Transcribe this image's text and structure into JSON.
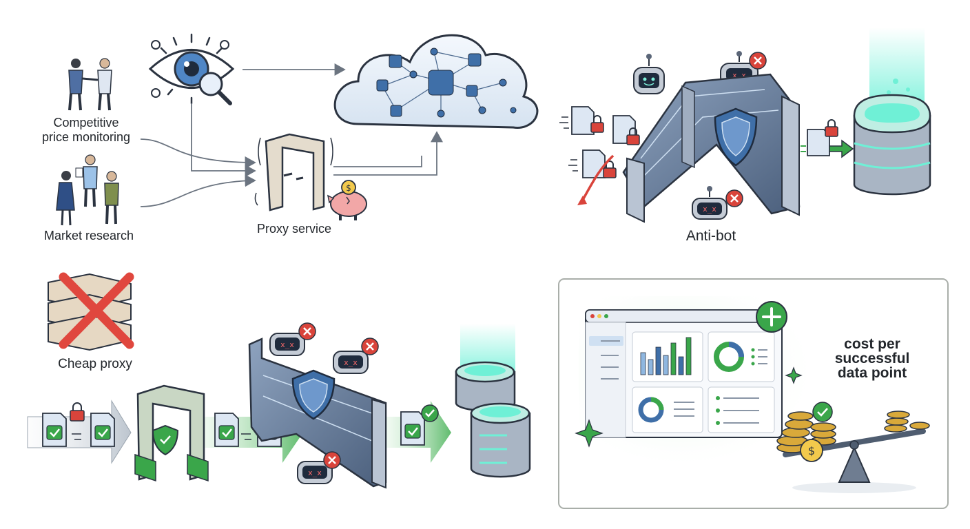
{
  "labels": {
    "competitive_line1": "Competitive",
    "competitive_line2": "price monitoring",
    "market_research": "Market research",
    "proxy_service": "Proxy service",
    "anti_bot": "Anti-bot",
    "cheap_proxy": "Cheap proxy",
    "cost_line1": "cost per",
    "cost_line2": "successful",
    "cost_line3": "data point"
  },
  "colors": {
    "ink": "#3a4350",
    "blue": "#3f6fa8",
    "blue_light": "#cfe0f2",
    "green": "#3aa64a",
    "green_light": "#dff3e1",
    "red": "#d9443b",
    "cyan_glow": "#6ff0d6",
    "gold": "#d9a93a",
    "pink": "#f2a7a7",
    "panel_border": "#a9aea9"
  },
  "icons": {
    "eye_magnifier": "eye-with-magnifier-icon",
    "cloud_network": "cloud-database-network-icon",
    "proxy_gate": "proxy-gate-icon",
    "piggy_bank": "piggy-bank-coin-icon",
    "robot_ok": "robot-face-icon",
    "robot_blocked": "blocked-robot-icon",
    "shield": "shield-icon",
    "server_glow": "glowing-server-icon",
    "lock": "padlock-icon",
    "checkmark": "green-check-icon",
    "dashboard": "analytics-dashboard-window-icon",
    "coins_scale": "coin-balance-scale-icon"
  }
}
